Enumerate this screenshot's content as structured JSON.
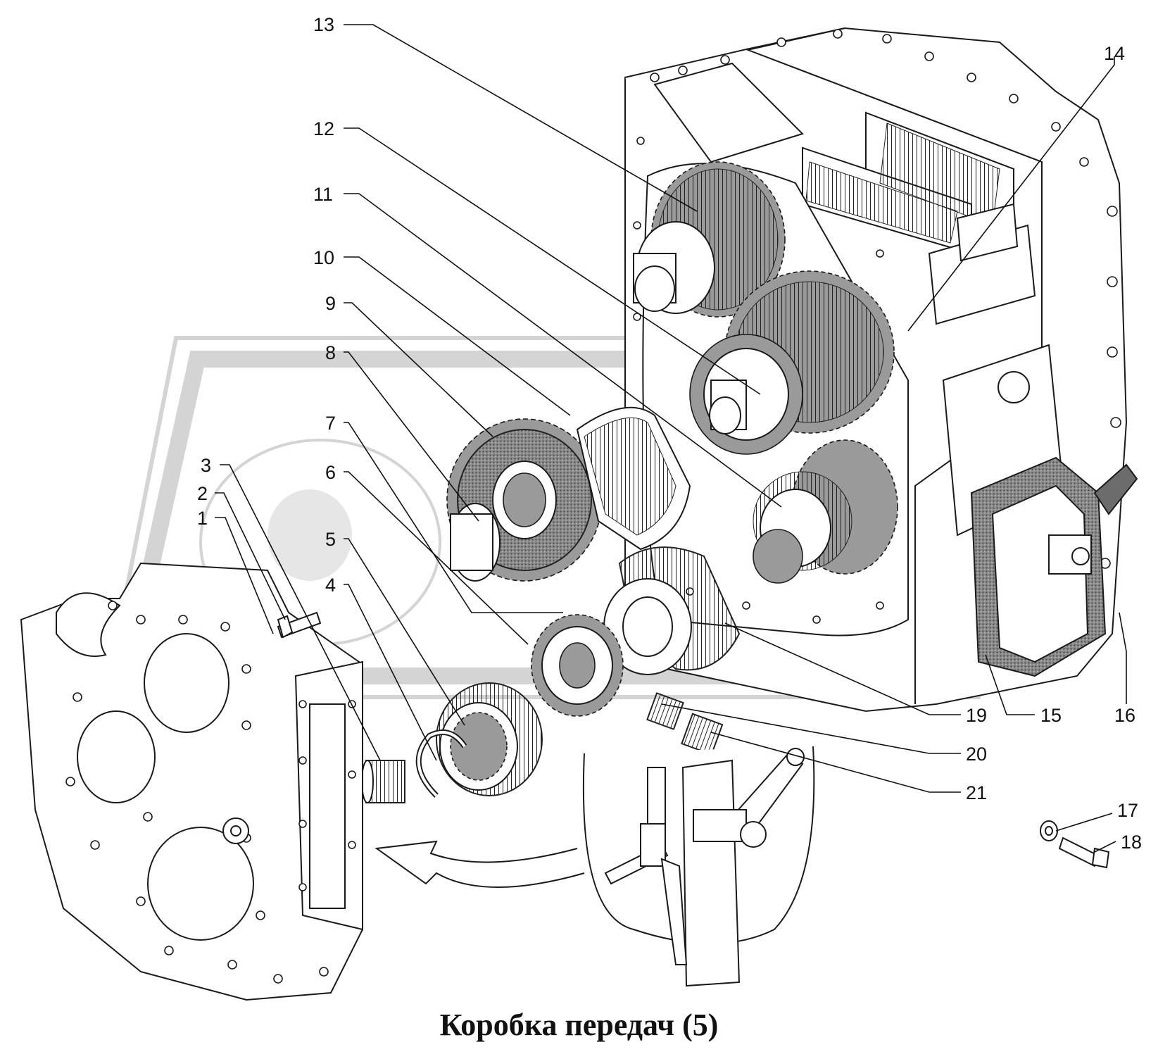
{
  "caption": "Коробка передач  (5)",
  "callouts": [
    {
      "id": "1",
      "label": "1"
    },
    {
      "id": "2",
      "label": "2"
    },
    {
      "id": "3",
      "label": "3"
    },
    {
      "id": "4",
      "label": "4"
    },
    {
      "id": "5",
      "label": "5"
    },
    {
      "id": "6",
      "label": "6"
    },
    {
      "id": "7",
      "label": "7"
    },
    {
      "id": "8",
      "label": "8"
    },
    {
      "id": "9",
      "label": "9"
    },
    {
      "id": "10",
      "label": "10"
    },
    {
      "id": "11",
      "label": "11"
    },
    {
      "id": "12",
      "label": "12"
    },
    {
      "id": "13",
      "label": "13"
    },
    {
      "id": "14",
      "label": "14"
    },
    {
      "id": "15",
      "label": "15"
    },
    {
      "id": "16",
      "label": "16"
    },
    {
      "id": "17",
      "label": "17"
    },
    {
      "id": "18",
      "label": "18"
    },
    {
      "id": "19",
      "label": "19"
    },
    {
      "id": "20",
      "label": "20"
    },
    {
      "id": "21",
      "label": "21"
    }
  ]
}
